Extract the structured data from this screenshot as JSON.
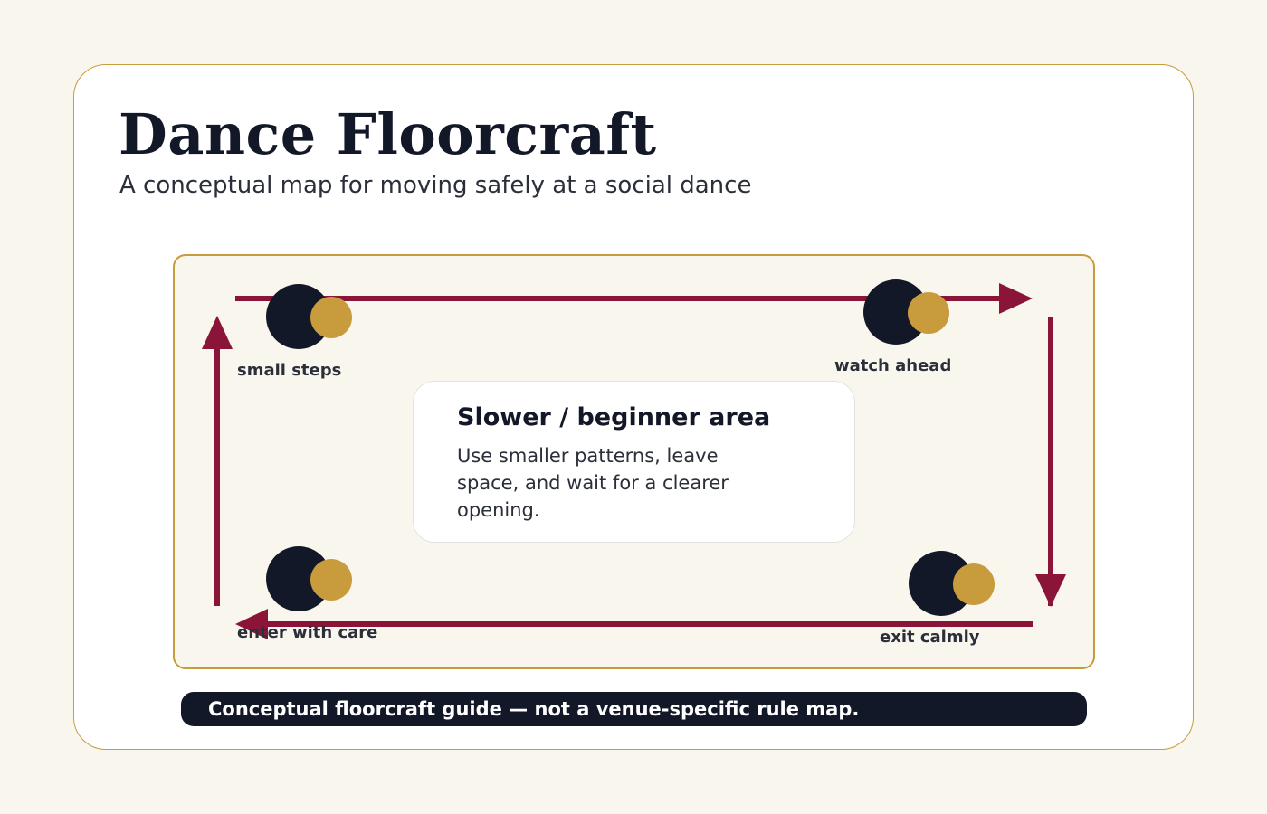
{
  "header": {
    "title": "Dance Floorcraft",
    "subtitle": "A conceptual map for moving safely at a social dance"
  },
  "center_area": {
    "title": "Slower / beginner area",
    "body": "Use smaller patterns, leave space, and wait for a clearer opening."
  },
  "corners": [
    {
      "label": "small steps"
    },
    {
      "label": "watch ahead"
    },
    {
      "label": "enter with care"
    },
    {
      "label": "exit calmly"
    }
  ],
  "footer": {
    "note": "Conceptual floorcraft guide — not a venue-specific rule map."
  },
  "colors": {
    "background": "#f9f6ee",
    "card": "#ffffff",
    "gold": "#c89b3c",
    "navy": "#131828",
    "arrow": "#8b1538"
  },
  "icons": [
    "dancing-couple-icon",
    "direction-arrow-icon"
  ]
}
